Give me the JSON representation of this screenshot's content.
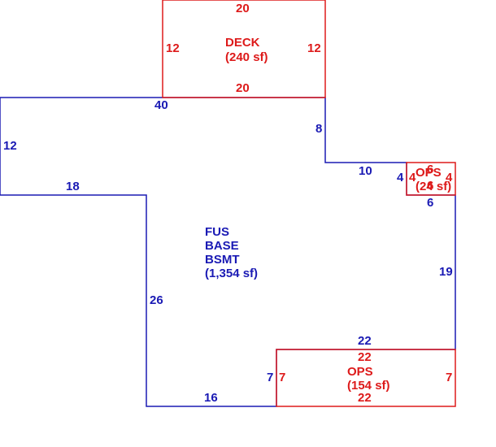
{
  "colors": {
    "main": "#1a1ab4",
    "addition": "#dd1a1a"
  },
  "deck": {
    "name": "DECK",
    "area": "(240 sf)",
    "dims": {
      "top": "20",
      "bottom": "20",
      "left": "12",
      "right": "12"
    }
  },
  "main": {
    "line1": "FUS",
    "line2": "BASE",
    "line3": "BSMT",
    "area": "(1,354 sf)",
    "dims": {
      "top": "40",
      "left": "12",
      "step_bottom": "18",
      "inner_left": "26",
      "bottom": "16",
      "bottom_step": "7",
      "step_top": "8",
      "notch": "10",
      "notch_side": "4",
      "notch_bottom": "6",
      "right": "19",
      "ops_top": "22"
    }
  },
  "ops_small": {
    "name": "OPS",
    "area": "(24 sf)",
    "dims": {
      "left": "4",
      "right": "4",
      "top": "6",
      "bottom": "6"
    }
  },
  "ops_large": {
    "name": "OPS",
    "area": "(154 sf)",
    "dims": {
      "top": "22",
      "bottom": "22",
      "left": "7",
      "right": "7"
    }
  }
}
